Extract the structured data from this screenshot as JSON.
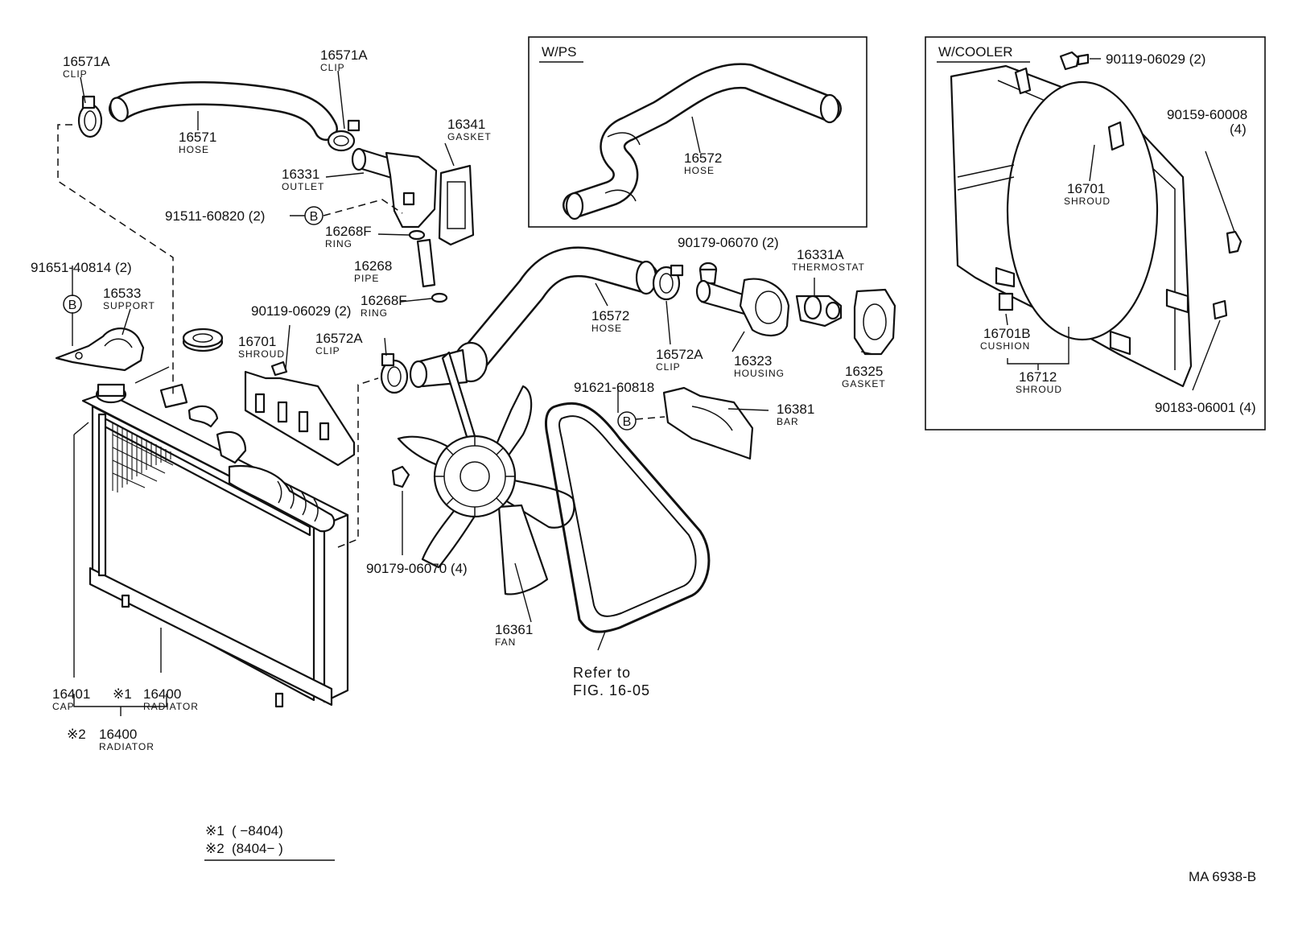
{
  "labels": {
    "p16571A_1": {
      "num": "16571A",
      "name": "CLIP"
    },
    "p16571A_2": {
      "num": "16571A",
      "name": "CLIP"
    },
    "p16571": {
      "num": "16571",
      "name": "HOSE"
    },
    "p16341": {
      "num": "16341",
      "name": "GASKET"
    },
    "p16331": {
      "num": "16331",
      "name": "OUTLET"
    },
    "p91511": {
      "num": "91511-60820 (2)"
    },
    "p16268F_1": {
      "num": "16268F",
      "name": "RING"
    },
    "p16268": {
      "num": "16268",
      "name": "PIPE"
    },
    "p16268F_2": {
      "num": "16268F",
      "name": "RING"
    },
    "p91651": {
      "num": "91651-40814 (2)"
    },
    "p16533": {
      "num": "16533",
      "name": "SUPPORT"
    },
    "p90119a": {
      "num": "90119-06029 (2)"
    },
    "p16701a": {
      "num": "16701",
      "name": "SHROUD"
    },
    "p16572A_1": {
      "num": "16572A",
      "name": "CLIP"
    },
    "p16572_main": {
      "num": "16572",
      "name": "HOSE"
    },
    "p90179a": {
      "num": "90179-06070 (2)"
    },
    "p16331A": {
      "num": "16331A",
      "name": "THERMOSTAT"
    },
    "p16572A_2": {
      "num": "16572A",
      "name": "CLIP"
    },
    "p16323": {
      "num": "16323",
      "name": "HOUSING"
    },
    "p16325": {
      "num": "16325",
      "name": "GASKET"
    },
    "p91621": {
      "num": "91621-60818"
    },
    "p16381": {
      "num": "16381",
      "name": "BAR"
    },
    "p90179b": {
      "num": "90179-06070 (4)"
    },
    "p16361": {
      "num": "16361",
      "name": "FAN"
    },
    "p16401": {
      "num": "16401",
      "name": "CAP"
    },
    "p16400a": {
      "num": "16400",
      "mark": "※1",
      "name": "RADIATOR"
    },
    "p16400b": {
      "num": "16400",
      "mark": "※2",
      "name": "RADIATOR"
    },
    "wps_16572": {
      "num": "16572",
      "name": "HOSE"
    },
    "c90119": {
      "num": "90119-06029 (2)"
    },
    "c90159": {
      "num": "90159-60008",
      "qty": "(4)"
    },
    "c16701": {
      "num": "16701",
      "name": "SHROUD"
    },
    "c16701B": {
      "num": "16701B",
      "name": "CUSHION"
    },
    "c16712": {
      "num": "16712",
      "name": "SHROUD"
    },
    "c90183": {
      "num": "90183-06001 (4)"
    }
  },
  "refer": {
    "line1": "Refer to",
    "line2": "FIG. 16-05"
  },
  "box_wps": {
    "title": "W/PS"
  },
  "box_cooler": {
    "title": "W/COOLER"
  },
  "bolt_marker": "B",
  "notes": {
    "n1_mark": "※1",
    "n1_text": "(      −8404)",
    "n2_mark": "※2",
    "n2_text": "(8404−        )"
  },
  "ref_code": "MA  6938-B"
}
